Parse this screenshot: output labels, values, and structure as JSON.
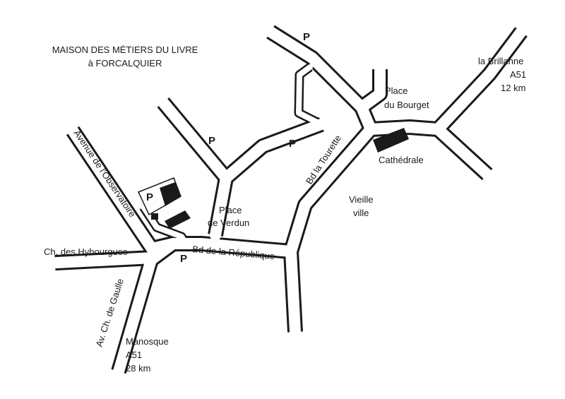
{
  "title": {
    "line1": "MAISON DES MÉTIERS DU LIVRE",
    "line2": "à FORCALQUIER"
  },
  "colors": {
    "ink": "#1a1a1a",
    "paper": "#ffffff"
  },
  "streets": {
    "observatoire": "Avenue de l'Observatoire",
    "hybourgues": "Ch. des Hybourgues",
    "degaulle": "Av. Ch. de Gaulle",
    "republique": "Bd de la République",
    "tourette": "Bd la Tourette"
  },
  "places": {
    "verdun_1": "Place",
    "verdun_2": "de Verdun",
    "bourget_1": "Place",
    "bourget_2": "du Bourget",
    "cathedrale": "Cathédrale",
    "vieille_1": "Vieille",
    "vieille_2": "ville"
  },
  "destinations": {
    "brillanne_1": "la Brillanne",
    "brillanne_2": "A51",
    "brillanne_3": "12 km",
    "manosque_1": "Manosque",
    "manosque_2": "A51",
    "manosque_3": "28 km"
  },
  "parking_label": "P"
}
